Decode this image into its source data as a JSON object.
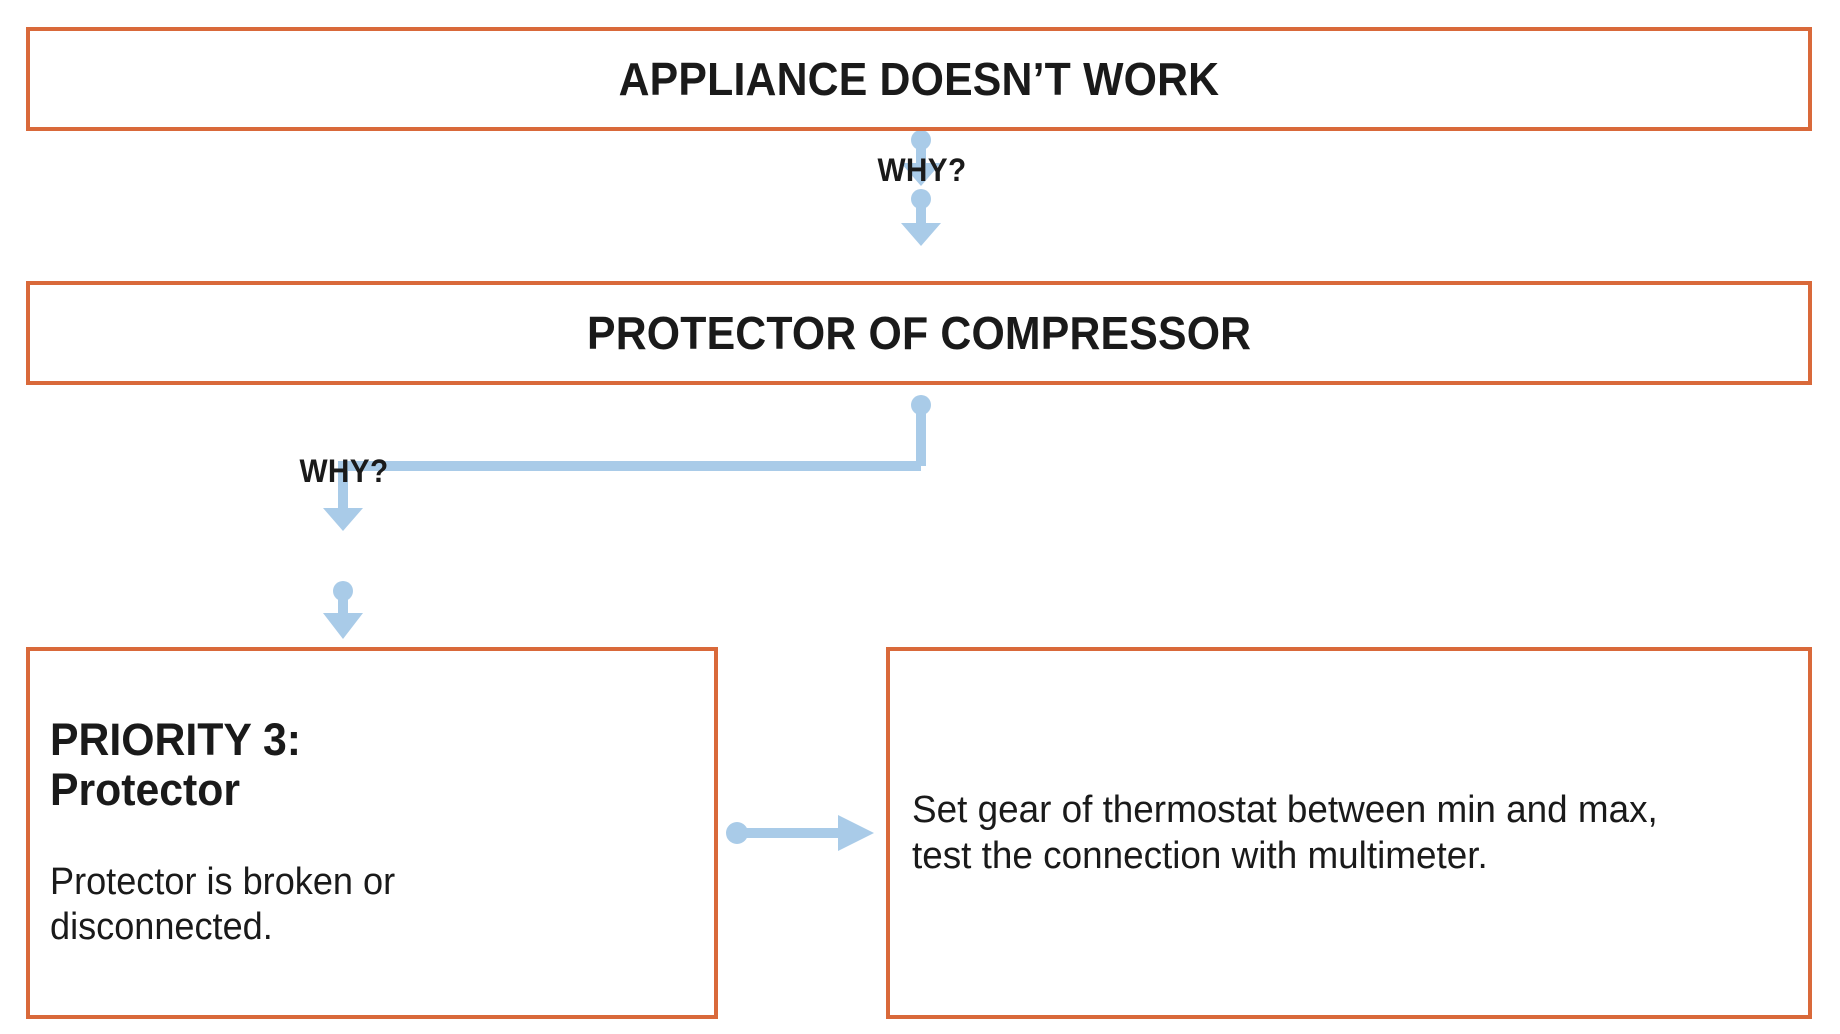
{
  "diagram": {
    "type": "five-whys-flowchart",
    "title_text": "APPLIANCE DOESN’T WORK",
    "colors": {
      "box_border": "#d9693a",
      "connector": "#a9cbe8",
      "text": "#1a1a1a",
      "background": "#ffffff"
    },
    "nodes": {
      "appliance": {
        "label": "APPLIANCE DOESN’T WORK"
      },
      "protector_compressor": {
        "label": "PROTECTOR OF COMPRESSOR"
      },
      "priority": {
        "heading_line_1": "PRIORITY 3:",
        "heading_line_2": "Protector",
        "body_line_1": "Protector is broken or",
        "body_line_2": "disconnected."
      },
      "action": {
        "body_line_1": "Set gear of thermostat between min and max,",
        "body_line_2": "test the connection with multimeter."
      }
    },
    "connectors": {
      "why_1": "WHY?",
      "why_2": "WHY?"
    }
  }
}
